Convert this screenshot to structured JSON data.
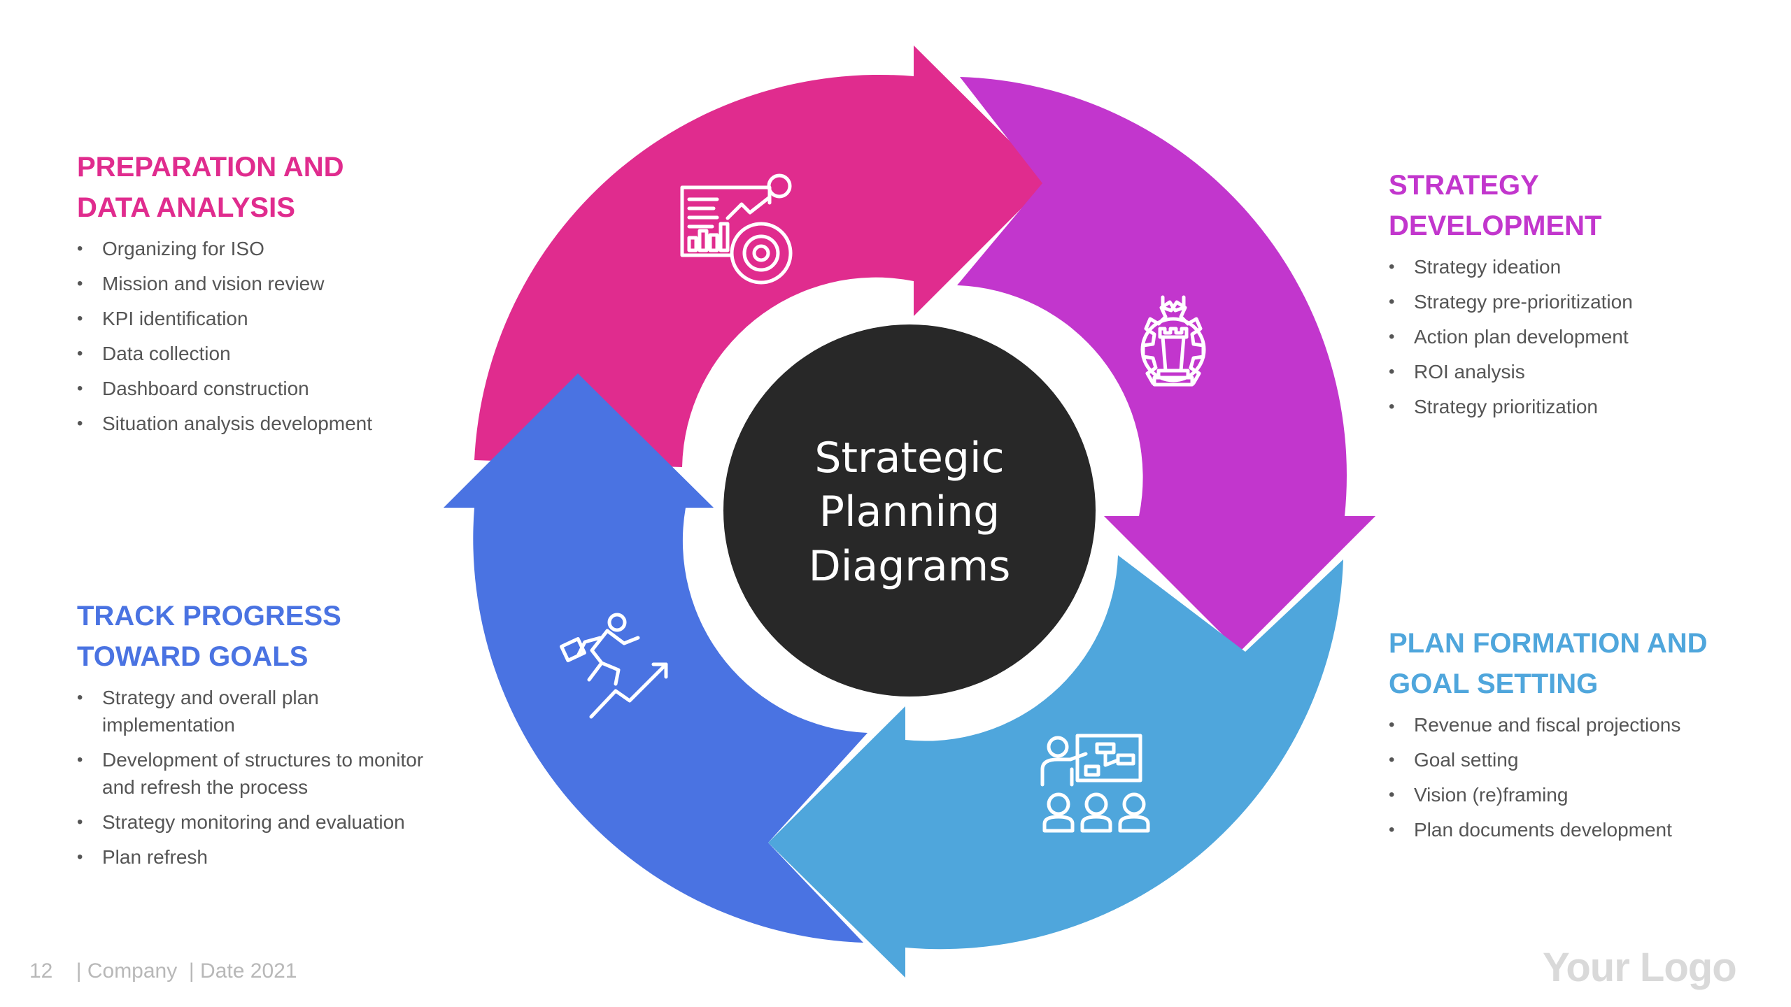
{
  "colors": {
    "pink": "#E02C8E",
    "purple": "#C236CD",
    "light_blue": "#4FA6DC",
    "blue": "#4A73E2",
    "center": "#282828",
    "text_gray": "#555555",
    "footer_gray": "#B8B8B8"
  },
  "center": {
    "line1": "Strategic",
    "line2": "Planning",
    "line3": "Diagrams"
  },
  "sections": {
    "prep": {
      "title1": "PREPARATION AND",
      "title2": "DATA ANALYSIS",
      "icon": "analytics-dashboard-icon",
      "items": [
        "Organizing for ISO",
        "Mission and vision review",
        "KPI identification",
        "Data collection",
        "Dashboard construction",
        "Situation analysis development"
      ]
    },
    "strategy": {
      "title1": "STRATEGY",
      "title2": "DEVELOPMENT",
      "icon": "chess-gear-icon",
      "items": [
        "Strategy ideation",
        "Strategy pre-prioritization",
        "Action plan development",
        "ROI analysis",
        "Strategy prioritization"
      ]
    },
    "plan": {
      "title1": "PLAN FORMATION AND",
      "title2": "GOAL SETTING",
      "icon": "presentation-team-icon",
      "items": [
        "Revenue and fiscal projections",
        "Goal setting",
        "Vision (re)framing",
        "Plan documents development"
      ]
    },
    "track": {
      "title1": "TRACK PROGRESS",
      "title2": "TOWARD GOALS",
      "icon": "businessman-growth-icon",
      "items": [
        "Strategy and overall plan implementation",
        "Development of structures to monitor and refresh the process",
        "Strategy monitoring and evaluation",
        "Plan refresh"
      ]
    }
  },
  "footer": {
    "page": "12",
    "company": "| Company",
    "date": "| Date 2021"
  },
  "logo": "Your Logo"
}
